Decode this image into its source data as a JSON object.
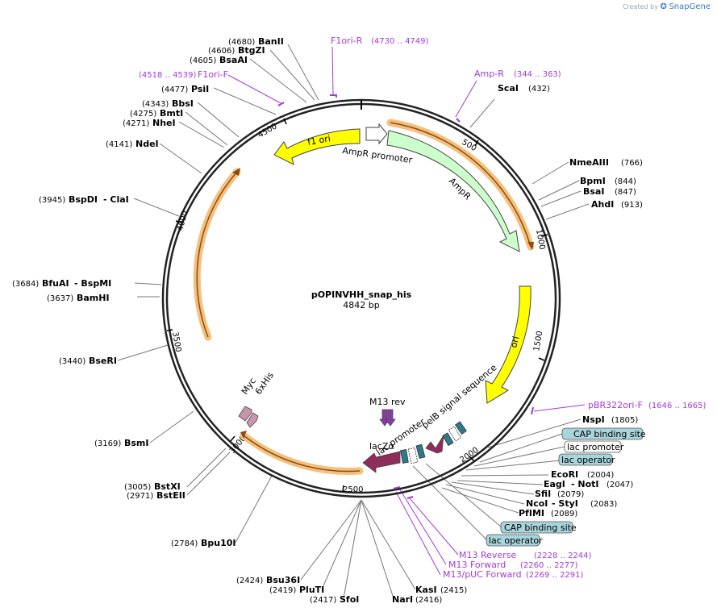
{
  "credit": {
    "prefix": "Created by",
    "brand": "SnapGene"
  },
  "plasmid": {
    "name": "pOPINVHH_snap_his",
    "length_label": "4842 bp"
  },
  "ticks": [
    "500",
    "1000",
    "1500",
    "2000",
    "2500",
    "3000",
    "3500",
    "4000",
    "4500"
  ],
  "features": {
    "f1ori": "f1 ori",
    "ampr_promoter": "AmpR promoter",
    "ampr": "AmpR",
    "ori": "ori",
    "m13rev": "M13 rev",
    "lac_promoter": "lac promoter",
    "pelb": "pelB signal sequence",
    "lacza": "lacZα",
    "myc": "Myc",
    "his": "6xHis"
  },
  "sites": [
    {
      "name": "BanII",
      "pos": "(4680)"
    },
    {
      "name": "BtgZI",
      "pos": "(4606)"
    },
    {
      "name": "BsaAI",
      "pos": "(4605)"
    },
    {
      "name": "PsiI",
      "pos": "(4477)"
    },
    {
      "name": "BbsI",
      "pos": "(4343)"
    },
    {
      "name": "BmtI",
      "pos": "(4275)"
    },
    {
      "name": "NheI",
      "pos": "(4271)"
    },
    {
      "name": "NdeI",
      "pos": "(4141)"
    },
    {
      "name": "BspDI",
      "pos": "(3945)",
      "extra": "- ClaI"
    },
    {
      "name": "BfuAI",
      "pos": "(3684)",
      "extra": "- BspMI"
    },
    {
      "name": "BamHI",
      "pos": "(3637)"
    },
    {
      "name": "BseRI",
      "pos": "(3440)"
    },
    {
      "name": "BsmI",
      "pos": "(3169)"
    },
    {
      "name": "BstXI",
      "pos": "(3005)"
    },
    {
      "name": "BstEII",
      "pos": "(2971)"
    },
    {
      "name": "Bpu10I",
      "pos": "(2784)"
    },
    {
      "name": "Bsu36I",
      "pos": "(2424)"
    },
    {
      "name": "PluTI",
      "pos": "(2419)"
    },
    {
      "name": "SfoI",
      "pos": "(2417)"
    },
    {
      "name": "NarI",
      "pos": "(2416)"
    },
    {
      "name": "KasI",
      "pos": "(2415)"
    },
    {
      "name": "ScaI",
      "pos": "(432)"
    },
    {
      "name": "NmeAIII",
      "pos": "(766)"
    },
    {
      "name": "BpmI",
      "pos": "(844)"
    },
    {
      "name": "BsaI",
      "pos": "(847)"
    },
    {
      "name": "AhdI",
      "pos": "(913)"
    },
    {
      "name": "NspI",
      "pos": "(1805)"
    },
    {
      "name": "EcoRI",
      "pos": "(2004)"
    },
    {
      "name": "EagI",
      "pos": "(2047)",
      "extra": "- NotI"
    },
    {
      "name": "SfiI",
      "pos": "(2079)"
    },
    {
      "name": "NcoI",
      "pos": "(2083)",
      "extra": "- StyI"
    },
    {
      "name": "PfIMI",
      "pos": "(2089)"
    }
  ],
  "primers": [
    {
      "name": "F1ori-R",
      "pos": "(4730 .. 4749)"
    },
    {
      "name": "F1ori-F",
      "pos": "(4518 .. 4539)"
    },
    {
      "name": "Amp-R",
      "pos": "(344 .. 363)"
    },
    {
      "name": "pBR322ori-F",
      "pos": "(1646 .. 1665)"
    },
    {
      "name": "M13 Reverse",
      "pos": "(2228 .. 2244)"
    },
    {
      "name": "M13 Forward",
      "pos": "(2260 .. 2277)"
    },
    {
      "name": "M13/pUC Forward",
      "pos": "(2269 .. 2291)"
    }
  ],
  "boxed": [
    {
      "name": "CAP binding site",
      "style": "blue"
    },
    {
      "name": "lac promoter",
      "style": "white"
    },
    {
      "name": "lac operator",
      "style": "blue"
    },
    {
      "name": "CAP binding site",
      "style": "blue"
    },
    {
      "name": "lac operator",
      "style": "blue"
    }
  ],
  "colors": {
    "primer": "#a23ad6",
    "box_blue": "#a8d4dc",
    "ori": "#ffff00",
    "ampr": "#ccffcc",
    "orange": "#f5c07a",
    "feature_dark": "#8e2c5b",
    "tag": "#c796ad"
  }
}
